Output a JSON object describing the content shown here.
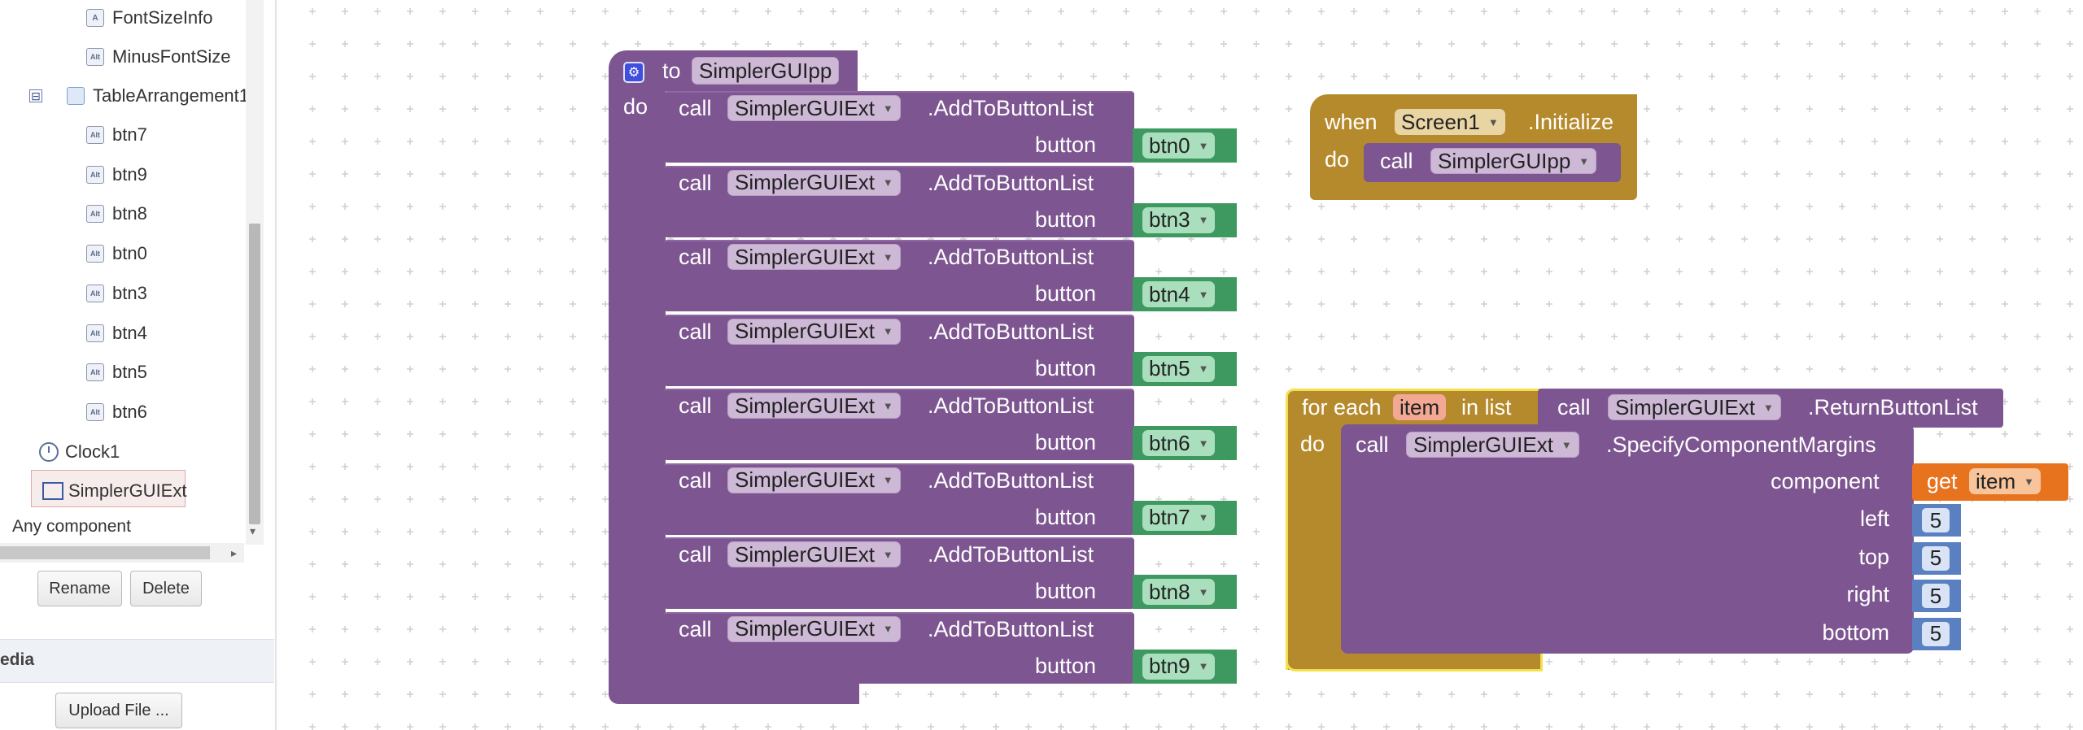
{
  "tree": {
    "items": [
      {
        "label": "FontSizeInfo",
        "icon": "label-icon"
      },
      {
        "label": "MinusFontSize",
        "icon": "button-icon"
      },
      {
        "label": "TableArrangement1",
        "icon": "table-icon"
      },
      {
        "label": "btn7",
        "icon": "button-icon"
      },
      {
        "label": "btn9",
        "icon": "button-icon"
      },
      {
        "label": "btn8",
        "icon": "button-icon"
      },
      {
        "label": "btn0",
        "icon": "button-icon"
      },
      {
        "label": "btn3",
        "icon": "button-icon"
      },
      {
        "label": "btn4",
        "icon": "button-icon"
      },
      {
        "label": "btn5",
        "icon": "button-icon"
      },
      {
        "label": "btn6",
        "icon": "button-icon"
      },
      {
        "label": "Clock1",
        "icon": "clock-icon"
      },
      {
        "label": "SimplerGUIExt",
        "icon": "extension-icon"
      }
    ],
    "any_component": "Any component",
    "collapse_symbol": "⊟",
    "icon_text": {
      "label": "A",
      "button": "Alt"
    }
  },
  "buttons": {
    "rename": "Rename",
    "delete": "Delete",
    "upload": "Upload File ..."
  },
  "media_label": "edia",
  "procedure": {
    "to": "to",
    "name": "SimplerGUIpp",
    "do": "do",
    "calls": [
      {
        "call": "call",
        "component": "SimplerGUIExt",
        "method": ".AddToButtonList",
        "param": "button",
        "value": "btn0"
      },
      {
        "call": "call",
        "component": "SimplerGUIExt",
        "method": ".AddToButtonList",
        "param": "button",
        "value": "btn3"
      },
      {
        "call": "call",
        "component": "SimplerGUIExt",
        "method": ".AddToButtonList",
        "param": "button",
        "value": "btn4"
      },
      {
        "call": "call",
        "component": "SimplerGUIExt",
        "method": ".AddToButtonList",
        "param": "button",
        "value": "btn5"
      },
      {
        "call": "call",
        "component": "SimplerGUIExt",
        "method": ".AddToButtonList",
        "param": "button",
        "value": "btn6"
      },
      {
        "call": "call",
        "component": "SimplerGUIExt",
        "method": ".AddToButtonList",
        "param": "button",
        "value": "btn7"
      },
      {
        "call": "call",
        "component": "SimplerGUIExt",
        "method": ".AddToButtonList",
        "param": "button",
        "value": "btn8"
      },
      {
        "call": "call",
        "component": "SimplerGUIExt",
        "method": ".AddToButtonList",
        "param": "button",
        "value": "btn9"
      }
    ]
  },
  "event": {
    "when": "when",
    "component": "Screen1",
    "event": ".Initialize",
    "do": "do",
    "call": "call",
    "procedure": "SimplerGUIpp"
  },
  "foreach": {
    "for_each": "for each",
    "var": "item",
    "in_list": "in list",
    "call": "call",
    "component": "SimplerGUIExt",
    "method": ".ReturnButtonList",
    "do": "do",
    "inner": {
      "call": "call",
      "component": "SimplerGUIExt",
      "method": ".SpecifyComponentMargins"
    },
    "component_label": "component",
    "get": "get",
    "get_var": "item",
    "params": [
      {
        "label": "left",
        "value": "5"
      },
      {
        "label": "top",
        "value": "5"
      },
      {
        "label": "right",
        "value": "5"
      },
      {
        "label": "bottom",
        "value": "5"
      }
    ]
  },
  "colors": {
    "procedure": "#7d5590",
    "control": "#b58a2c",
    "text_block": "#3e9960",
    "math": "#5b80c2",
    "variable": "#e8731f"
  }
}
